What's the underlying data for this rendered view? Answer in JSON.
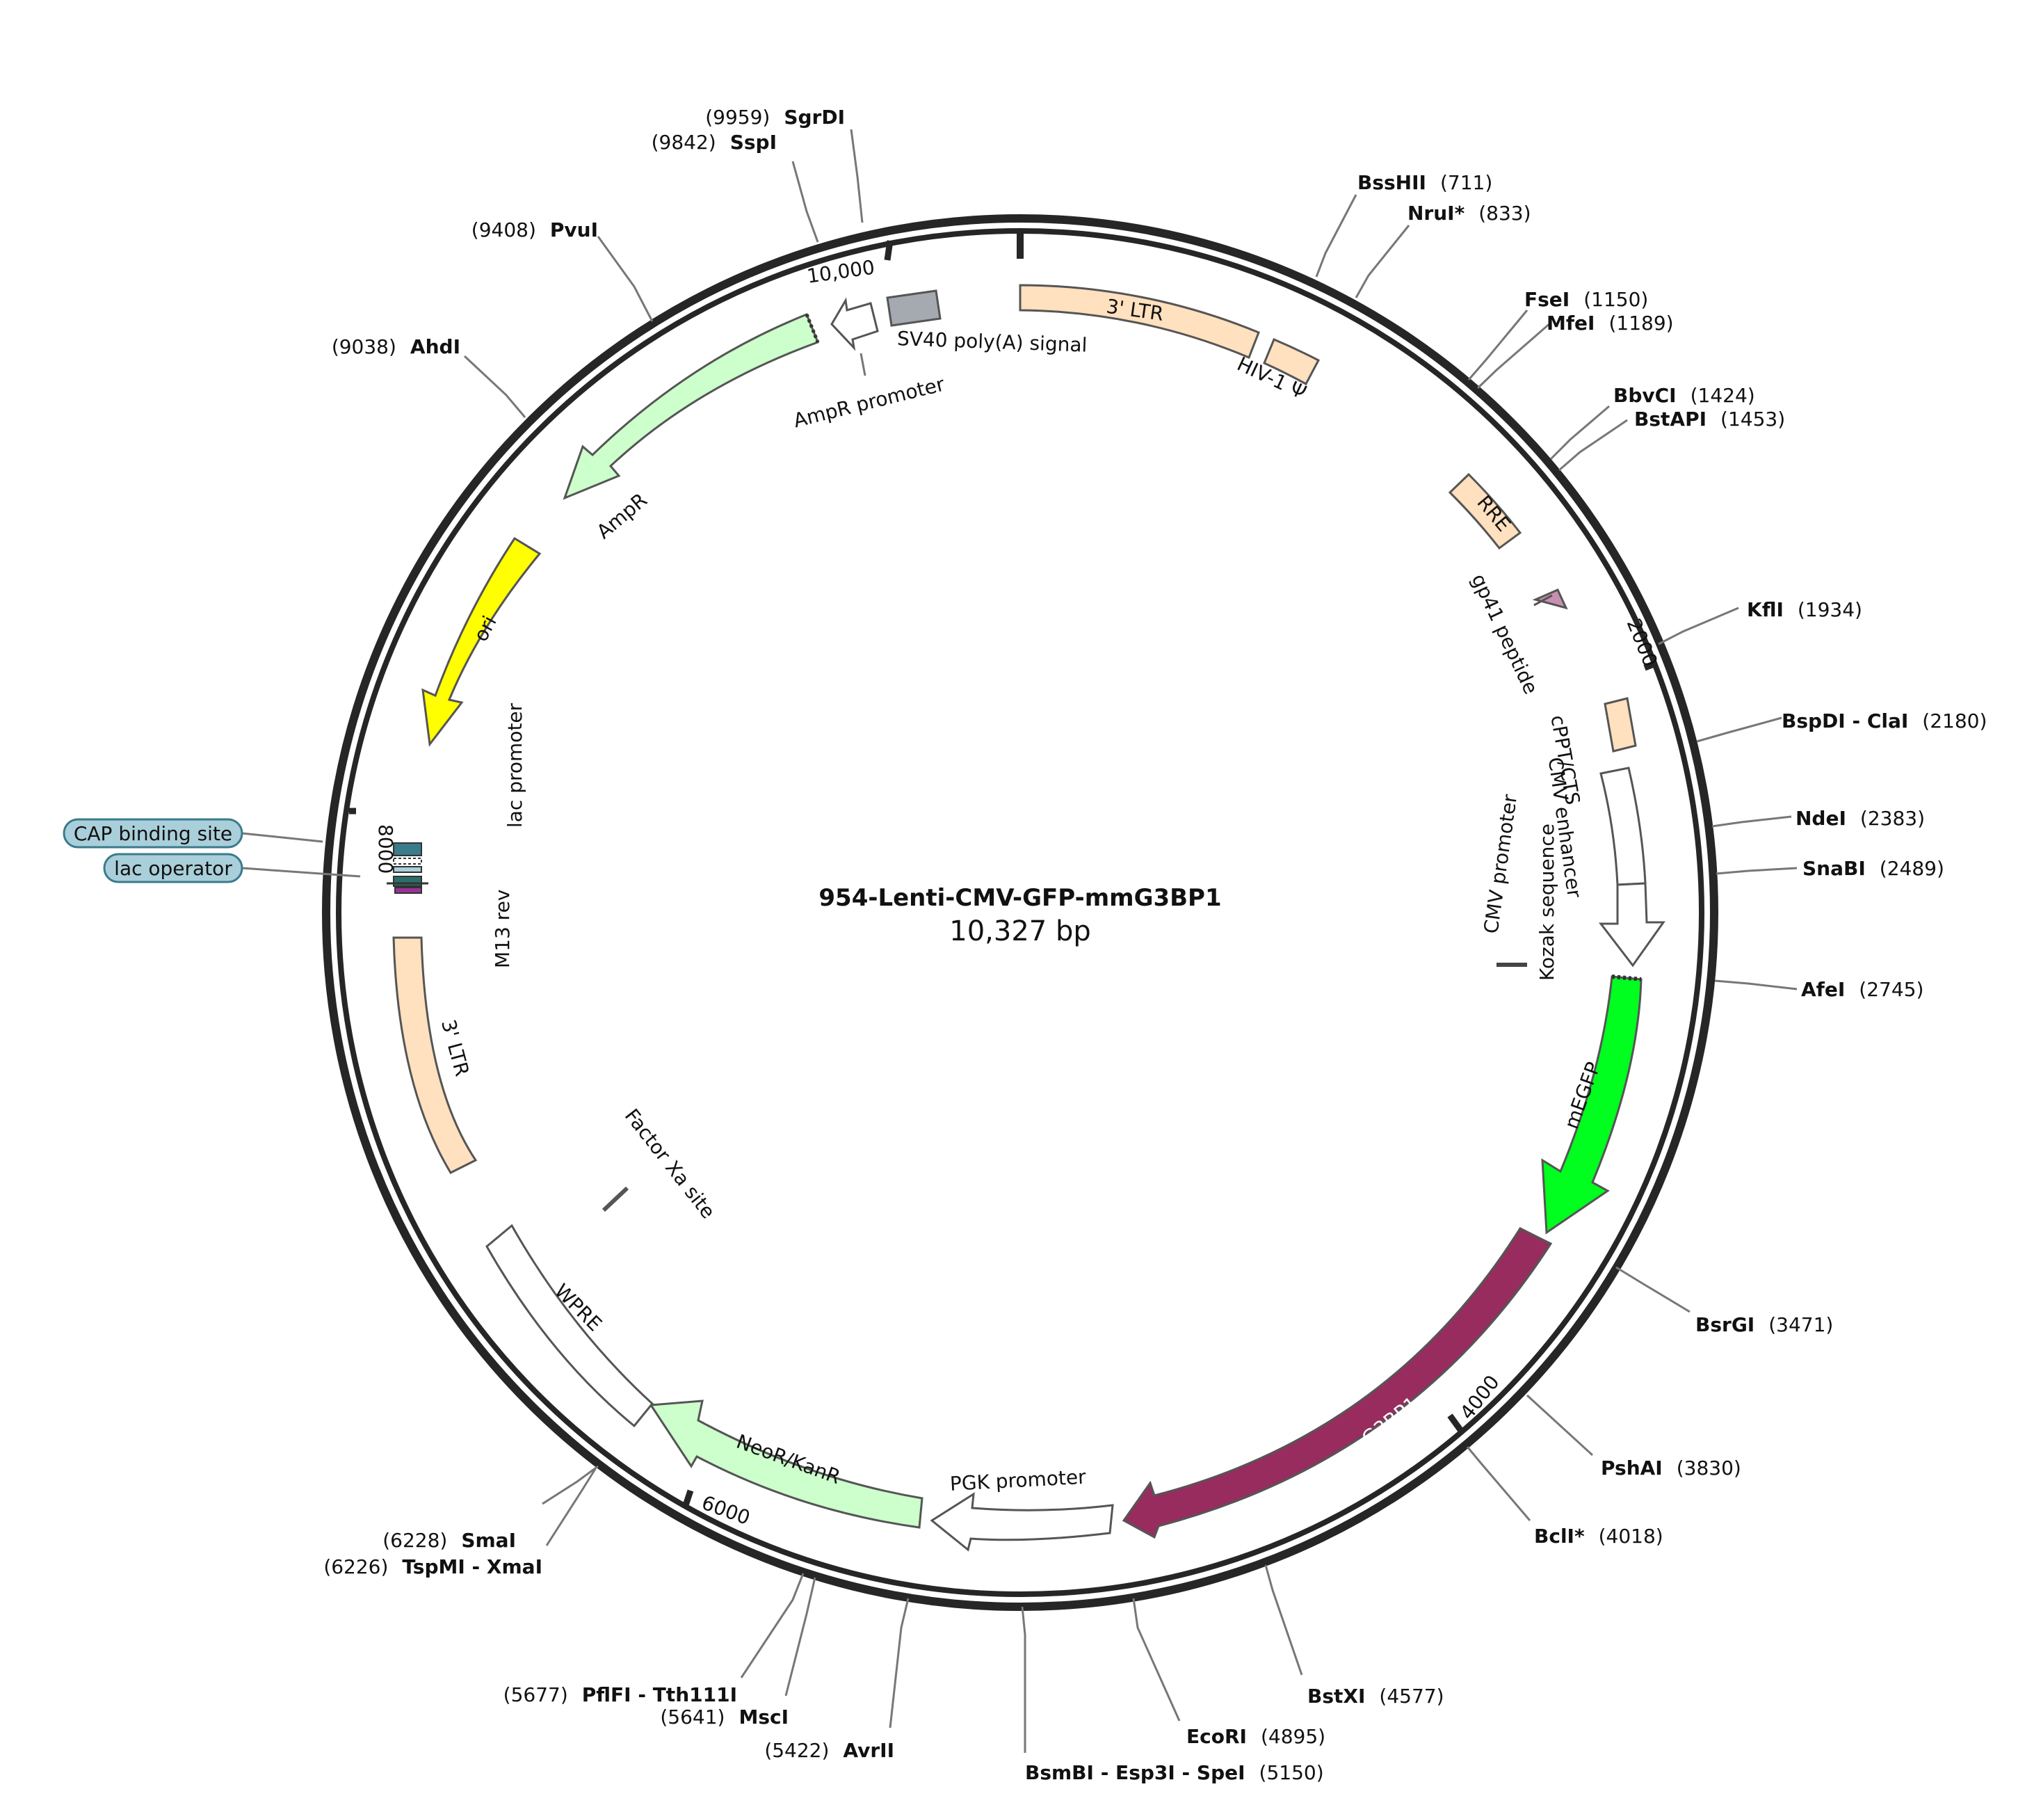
{
  "plasmid": {
    "name": "954-Lenti-CMV-GFP-mmG3BP1",
    "length_label": "10,327 bp",
    "length_bp": 10327
  },
  "ticks": [
    {
      "bp": 10000,
      "label": "10,000"
    },
    {
      "bp": 0,
      "label": ""
    },
    {
      "bp": 2000,
      "label": "2000"
    },
    {
      "bp": 4000,
      "label": "4000"
    },
    {
      "bp": 6000,
      "label": "6000"
    },
    {
      "bp": 8000,
      "label": "8000"
    }
  ],
  "sites": [
    {
      "id": "sgrdi",
      "name": "SgrDI",
      "pos": "(9959)",
      "bp": 9959
    },
    {
      "id": "sspi",
      "name": "SspI",
      "pos": "(9842)",
      "bp": 9842
    },
    {
      "id": "pvui",
      "name": "PvuI",
      "pos": "(9408)",
      "bp": 9408
    },
    {
      "id": "ahdi",
      "name": "AhdI",
      "pos": "(9038)",
      "bp": 9038
    },
    {
      "id": "bsshii",
      "name": "BssHII",
      "pos": "(711)",
      "bp": 711
    },
    {
      "id": "nrui",
      "name": "NruI*",
      "pos": "(833)",
      "bp": 833
    },
    {
      "id": "fsei",
      "name": "FseI",
      "pos": "(1150)",
      "bp": 1150
    },
    {
      "id": "mfei",
      "name": "MfeI",
      "pos": "(1189)",
      "bp": 1189
    },
    {
      "id": "bbvci",
      "name": "BbvCI",
      "pos": "(1424)",
      "bp": 1424
    },
    {
      "id": "bstapi",
      "name": "BstAPI",
      "pos": "(1453)",
      "bp": 1453
    },
    {
      "id": "kfli",
      "name": "KflI",
      "pos": "(1934)",
      "bp": 1934
    },
    {
      "id": "bspdi",
      "name": "BspDI - ClaI",
      "pos": "(2180)",
      "bp": 2180
    },
    {
      "id": "ndei",
      "name": "NdeI",
      "pos": "(2383)",
      "bp": 2383
    },
    {
      "id": "snabi",
      "name": "SnaBI",
      "pos": "(2489)",
      "bp": 2489
    },
    {
      "id": "afei",
      "name": "AfeI",
      "pos": "(2745)",
      "bp": 2745
    },
    {
      "id": "bsrgi",
      "name": "BsrGI",
      "pos": "(3471)",
      "bp": 3471
    },
    {
      "id": "pshai",
      "name": "PshAI",
      "pos": "(3830)",
      "bp": 3830
    },
    {
      "id": "bcli",
      "name": "BclI*",
      "pos": "(4018)",
      "bp": 4018
    },
    {
      "id": "bstxi",
      "name": "BstXI",
      "pos": "(4577)",
      "bp": 4577
    },
    {
      "id": "ecori",
      "name": "EcoRI",
      "pos": "(4895)",
      "bp": 4895
    },
    {
      "id": "bsmbi",
      "name": "BsmBI - Esp3I - SpeI",
      "pos": "(5150)",
      "bp": 5150
    },
    {
      "id": "avrii",
      "name": "AvrII",
      "pos": "(5422)",
      "bp": 5422
    },
    {
      "id": "msci",
      "name": "MscI",
      "pos": "(5641)",
      "bp": 5641
    },
    {
      "id": "pflfi",
      "name": "PflFI - Tth111I",
      "pos": "(5677)",
      "bp": 5677
    },
    {
      "id": "smai",
      "name": "SmaI",
      "pos": "(6228)",
      "bp": 6228
    },
    {
      "id": "tspmi",
      "name": "TspMI - XmaI",
      "pos": "(6226)",
      "bp": 6226
    }
  ],
  "features": [
    {
      "id": "ltr3-top",
      "label": "3' LTR",
      "color": "#FFE0BF"
    },
    {
      "id": "hiv-psi",
      "label": "HIV-1 Ψ",
      "color": "#FFE0BF"
    },
    {
      "id": "rre",
      "label": "RRE",
      "color": "#FFE0BF"
    },
    {
      "id": "gp41",
      "label": "gp41 peptide",
      "color": "#C98FB1"
    },
    {
      "id": "cppt",
      "label": "cPPT/CTS",
      "color": "#FFE0BF"
    },
    {
      "id": "cmv-enh",
      "label": "CMV enhancer",
      "color": "#FFFFFF"
    },
    {
      "id": "cmv-prom",
      "label": "CMV promoter",
      "color": "#FFFFFF"
    },
    {
      "id": "kozak",
      "label": "Kozak sequence",
      "color": "#444444"
    },
    {
      "id": "megfp",
      "label": "mEGFP",
      "color": "#00FF1F"
    },
    {
      "id": "mmg3bp1",
      "label": "mmG3BP1",
      "color": "#982C5E"
    },
    {
      "id": "pgk",
      "label": "PGK promoter",
      "color": "#FFFFFF"
    },
    {
      "id": "neor",
      "label": "NeoR/KanR",
      "color": "#CCFFCC"
    },
    {
      "id": "wpre",
      "label": "WPRE",
      "color": "#FFFFFF"
    },
    {
      "id": "factor-xa",
      "label": "Factor Xa site",
      "color": "#555555"
    },
    {
      "id": "ltr3-left",
      "label": "3' LTR",
      "color": "#FFE0BF"
    },
    {
      "id": "m13rev",
      "label": "M13 rev",
      "color": "#993399"
    },
    {
      "id": "lac-prom",
      "label": "lac promoter",
      "color": "#3A7B8C"
    },
    {
      "id": "ori",
      "label": "ori",
      "color": "#FFFF00"
    },
    {
      "id": "ampr",
      "label": "AmpR",
      "color": "#CCFFCC"
    },
    {
      "id": "ampr-prom",
      "label": "AmpR promoter",
      "color": "#FFFFFF"
    },
    {
      "id": "sv40",
      "label": "SV40 poly(A) signal",
      "color": "#A5A9B0"
    }
  ],
  "callouts": [
    {
      "id": "cap",
      "label": "CAP binding site",
      "color": "#A9CFDA"
    },
    {
      "id": "lacop",
      "label": "lac operator",
      "color": "#A9CFDA"
    }
  ]
}
